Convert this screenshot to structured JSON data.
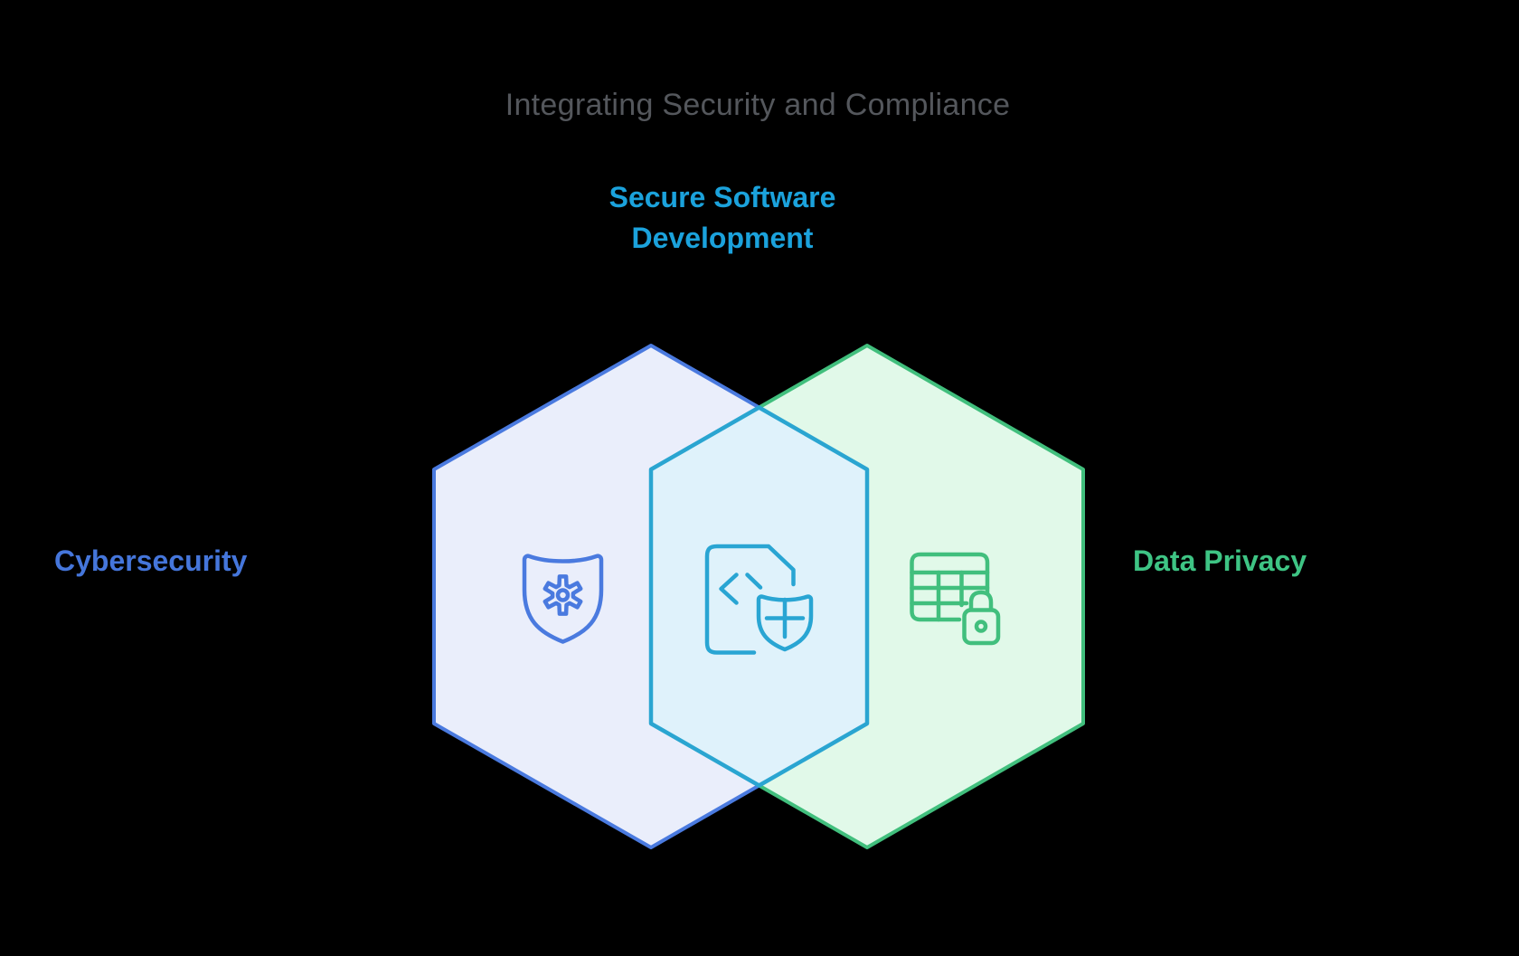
{
  "title": "Integrating Security and Compliance",
  "venn": {
    "left": {
      "label": "Cybersecurity",
      "icon": "shield-gear-icon",
      "stroke_color": "#4A7ADF",
      "fill_color": "#EAEEFB",
      "label_color": "#4576DB"
    },
    "center": {
      "label": "Secure Software Development",
      "lines": [
        "Secure Software",
        "Development"
      ],
      "icon": "secure-code-document-icon",
      "stroke_color": "#2AA5D1",
      "fill_color": "#DFF2FB",
      "label_color": "#1BA2DC"
    },
    "right": {
      "label": "Data Privacy",
      "icon": "table-lock-icon",
      "stroke_color": "#41BF7D",
      "fill_color": "#E1F9E9",
      "label_color": "#3EC484"
    }
  },
  "colors": {
    "background": "#000000",
    "title_text": "#54575C"
  }
}
